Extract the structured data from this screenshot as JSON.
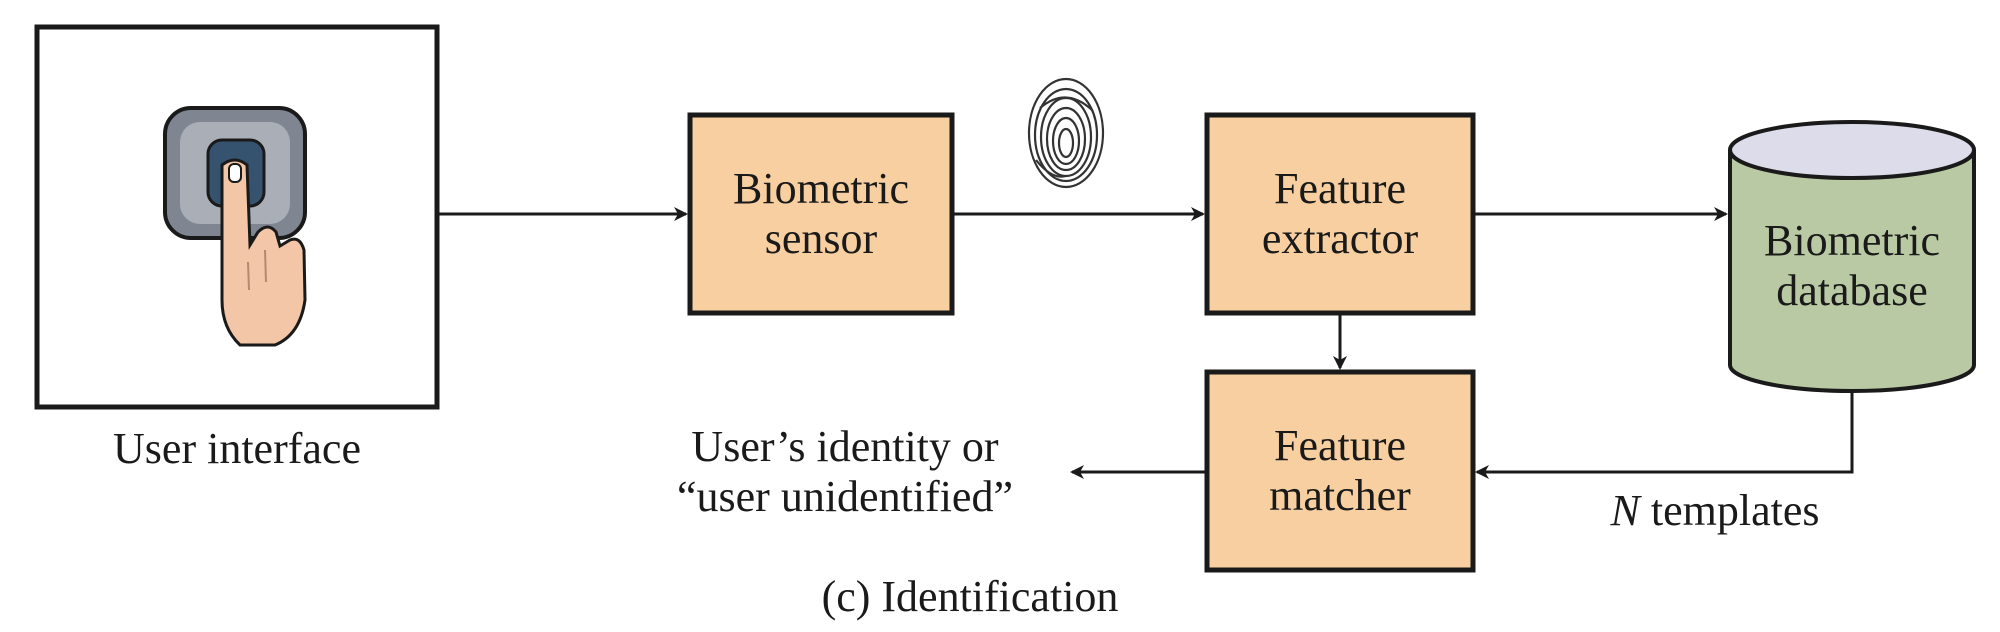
{
  "figure": {
    "caption": "(c) Identification",
    "colors": {
      "box_fill": "#f7cfa0",
      "box_stroke": "#1a1a1a",
      "db_body": "#b9c9a3",
      "db_top": "#dcdcea",
      "sensor_frame": "#7f8591",
      "sensor_pad": "#35526e",
      "skin": "#f2c6a6"
    }
  },
  "nodes": {
    "user_interface": {
      "label": "User interface",
      "icon": "finger-on-sensor-icon"
    },
    "biometric_sensor": {
      "line1": "Biometric",
      "line2": "sensor"
    },
    "feature_extractor": {
      "line1": "Feature",
      "line2": "extractor"
    },
    "feature_matcher": {
      "line1": "Feature",
      "line2": "matcher"
    },
    "biometric_database": {
      "line1": "Biometric",
      "line2": "database"
    }
  },
  "edge_labels": {
    "fingerprint_icon": "fingerprint-icon",
    "templates_n": "N",
    "templates_rest": " templates",
    "output_line1": "User’s identity or",
    "output_line2": "“user unidentified”"
  }
}
